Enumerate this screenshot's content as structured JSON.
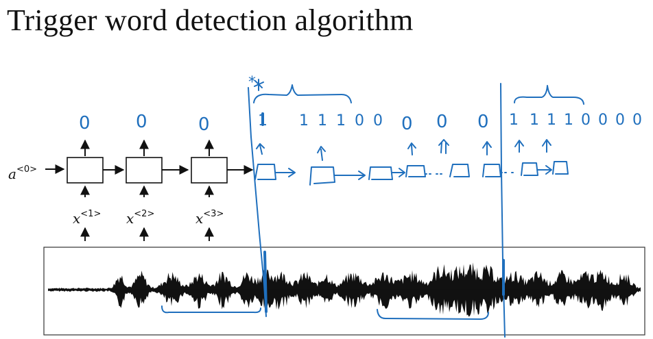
{
  "title": "Trigger word detection algorithm",
  "rnn": {
    "initial_state_label": "a",
    "initial_state_superscript": "<0>",
    "inputs": [
      {
        "var": "x",
        "superscript": "<1>"
      },
      {
        "var": "x",
        "superscript": "<2>"
      },
      {
        "var": "x",
        "superscript": "<3>"
      }
    ],
    "outputs": [
      "0",
      "0",
      "0"
    ]
  },
  "annotations": {
    "star_mark": "*",
    "handwritten_label_groups": [
      "1",
      "1 1 1 0 0",
      "0",
      "0",
      "0",
      "1",
      "1 1 1 0 0 0 0"
    ]
  },
  "colors": {
    "ink": "#111111",
    "annotation_blue": "#1f6fbd"
  }
}
